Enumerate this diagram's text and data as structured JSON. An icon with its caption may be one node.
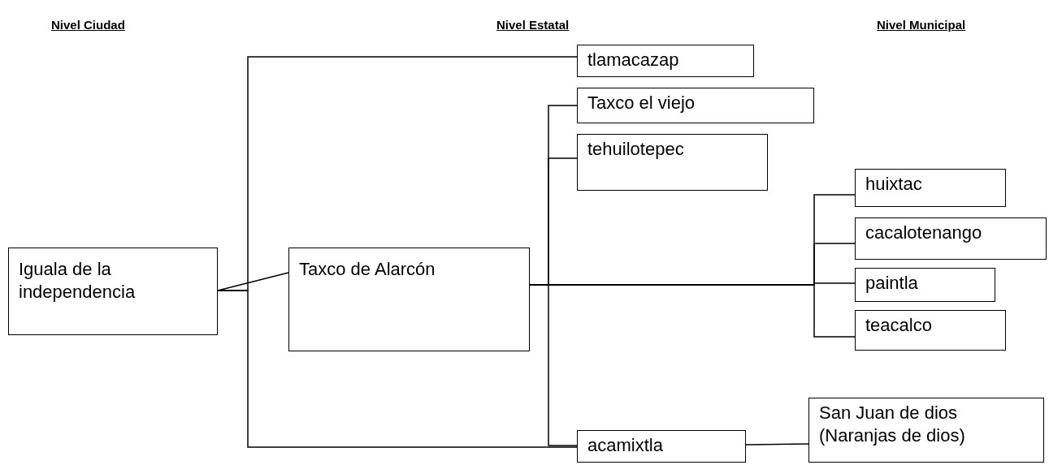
{
  "diagram": {
    "nodes": [
      {
        "text": [
          "Iguala de la independencia"
        ]
      },
      {
        "text": [
          "Taxco de Alarcón"
        ]
      },
      {
        "text": [
          "tlamacazap"
        ]
      },
      {
        "text": [
          "Taxco el viejo"
        ]
      },
      {
        "text": [
          "tehuilotepec"
        ]
      },
      {
        "text": [
          "huixtac"
        ]
      },
      {
        "text": [
          "cacalotenango"
        ]
      },
      {
        "text": [
          "paintla"
        ]
      },
      {
        "text": [
          "teacalco"
        ]
      },
      {
        "text": [
          "acamixtla"
        ]
      },
      {
        "text": [
          "San Juan de dios (Naranjas de dios)"
        ]
      }
    ],
    "edges": [
      {
        "from": 0,
        "to": 2,
        "arrow": "none"
      },
      {
        "from": 0,
        "to": 1,
        "arrow": "none"
      },
      {
        "from": 0,
        "to": 9,
        "arrow": "none"
      },
      {
        "from": 1,
        "to": 3,
        "arrow": "none"
      },
      {
        "from": 1,
        "to": 4,
        "arrow": "none"
      },
      {
        "from": 1,
        "to": 9,
        "arrow": "none"
      },
      {
        "from": 1,
        "to": 5,
        "arrow": "none"
      },
      {
        "from": 1,
        "to": 6,
        "arrow": "none"
      },
      {
        "from": 1,
        "to": 7,
        "arrow": "none"
      },
      {
        "from": 1,
        "to": 8,
        "arrow": "none"
      },
      {
        "from": 9,
        "to": 10,
        "arrow": "none"
      }
    ],
    "labels": [
      "Nivel Ciudad",
      "Nivel Estatal",
      "Nivel Municipal"
    ]
  }
}
